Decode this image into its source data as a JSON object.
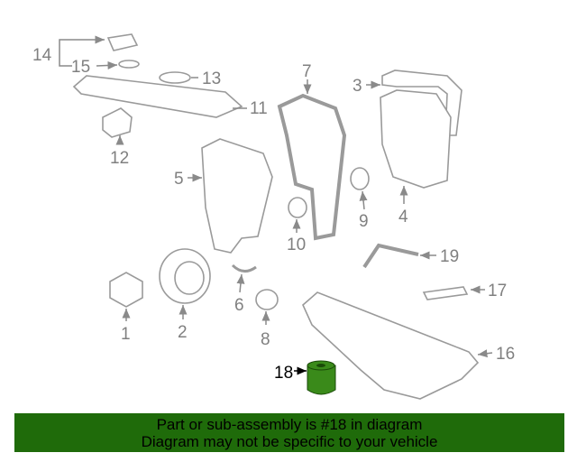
{
  "diagram": {
    "callouts": [
      "1",
      "2",
      "3",
      "4",
      "5",
      "6",
      "7",
      "8",
      "9",
      "10",
      "11",
      "12",
      "13",
      "14",
      "15",
      "16",
      "17",
      "18",
      "19"
    ],
    "selected_callout": "18",
    "highlight_color": "#3a8a1a"
  },
  "banner": {
    "line1": "Part or sub-assembly is #18 in diagram",
    "line2": "Diagram may not be specific to your vehicle",
    "color": "#1f6b0a"
  }
}
